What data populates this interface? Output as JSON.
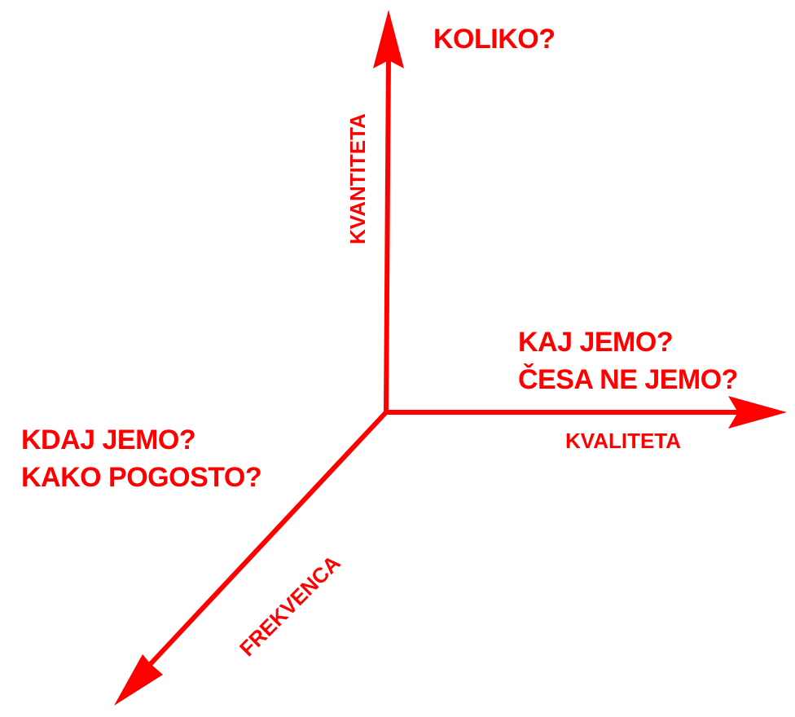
{
  "diagram": {
    "color": "#ff0000",
    "axes": [
      {
        "id": "vertical",
        "label": "KVANTITETA",
        "question": [
          "KOLIKO?"
        ]
      },
      {
        "id": "horizontal",
        "label": "KVALITETA",
        "question": [
          "KAJ JEMO?",
          "ČESA NE JEMO?"
        ]
      },
      {
        "id": "diagonal",
        "label": "FREKVENCA",
        "question": [
          "KDAJ JEMO?",
          "KAKO POGOSTO?"
        ]
      }
    ]
  },
  "labels": {
    "kvantiteta": "KVANTITETA",
    "kvaliteta": "KVALITETA",
    "frekvenca": "FREKVENCA"
  },
  "questions": {
    "koliko": "KOLIKO?",
    "kaj_jemo": "KAJ JEMO?",
    "cesa_ne_jemo": "ČESA NE JEMO?",
    "kdaj_jemo": "KDAJ JEMO?",
    "kako_pogosto": "KAKO POGOSTO?"
  }
}
